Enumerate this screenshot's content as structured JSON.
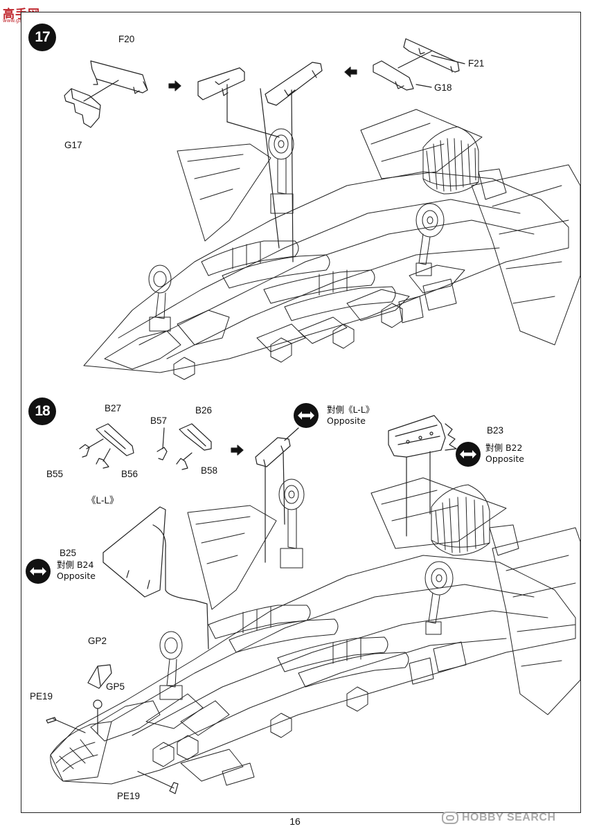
{
  "watermark": {
    "title": "高手网",
    "url": "www.gaoshou.net"
  },
  "steps": [
    {
      "number": "17",
      "labels": {
        "f20": "F20",
        "g17": "G17",
        "f21": "F21",
        "g18": "G18"
      }
    },
    {
      "number": "18",
      "labels": {
        "b27": "B27",
        "b26": "B26",
        "b57": "B57",
        "b55": "B55",
        "b56": "B56",
        "b58": "B58",
        "ll_group": "《L-L》",
        "b23": "B23",
        "b25": "B25",
        "gp2": "GP2",
        "gp5": "GP5",
        "pe19_top": "PE19",
        "pe19_bottom": "PE19"
      },
      "notes": {
        "gear_door": {
          "line1": "對側《L-L》",
          "line2": "Opposite"
        },
        "b22": {
          "line1": "對側 B22",
          "line2": "Opposite"
        },
        "b24": {
          "line1": "對側 B24",
          "line2": "Opposite"
        }
      }
    }
  ],
  "page_number": "16",
  "footer_brand": "HOBBY SEARCH",
  "icons": {
    "step_badge": "step-number-icon",
    "flip": "opposite-side-arrows-icon",
    "arrow": "assembly-arrow-icon"
  }
}
